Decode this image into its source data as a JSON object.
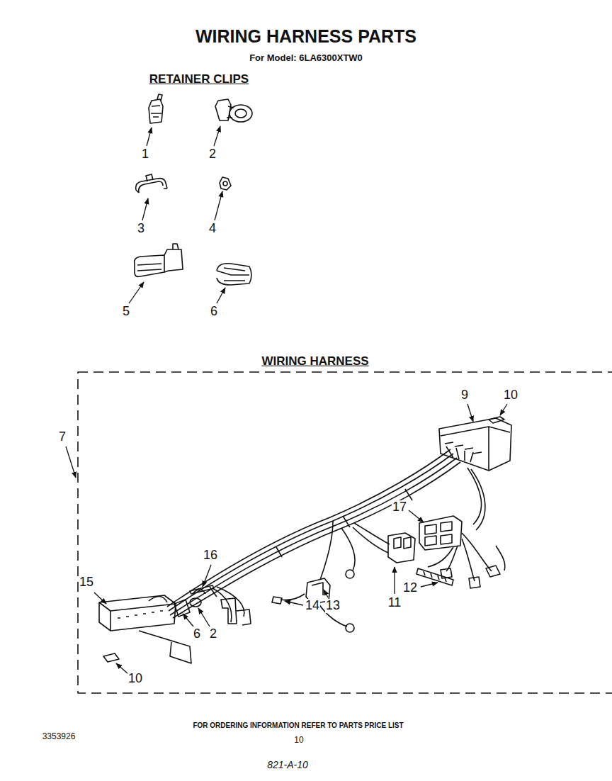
{
  "diagram": {
    "title": "WIRING HARNESS PARTS",
    "labels": [
      "For Model: 6LA6300XTW0",
      "RETAINER CLIPS",
      "1",
      "2",
      "3",
      "4",
      "5",
      "6",
      "WIRING HARNESS",
      "7",
      "9",
      "10",
      "17",
      "16",
      "11",
      "15",
      "12",
      "14",
      "13",
      "6",
      "2",
      "10",
      "FOR ORDERING INFORMATION REFER TO PARTS PRICE LIST",
      "3353926",
      "10",
      "821-A-10"
    ]
  }
}
